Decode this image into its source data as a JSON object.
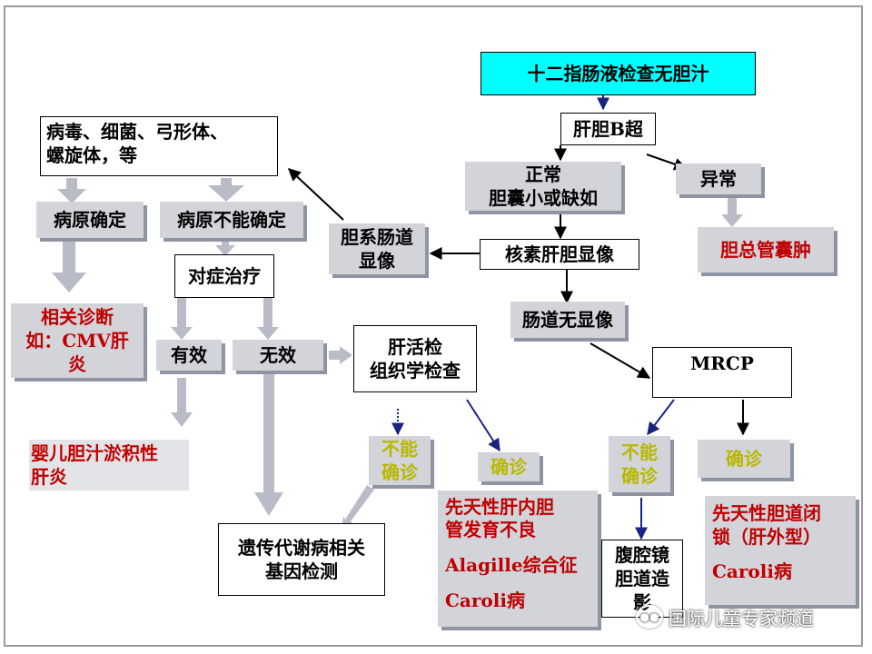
{
  "nodes": {
    "duodenal": "十二指肠液检查无胆汁",
    "b_ultrasound": "肝胆B超",
    "normal_line1": "正常",
    "normal_line2": "胆囊小或缺如",
    "abnormal": "异常",
    "choledochal_cyst": "胆总管囊肿",
    "nuclide": "核素肝胆显像",
    "biliary_intestinal_line1": "胆系肠道",
    "biliary_intestinal_line2": "显像",
    "pathogens_line1": "病毒、细菌、弓形体、",
    "pathogens_line2": "螺旋体，等",
    "pathogen_confirmed": "病原确定",
    "pathogen_unconfirmed": "病原不能确定",
    "related_dx_line1": "相关诊断",
    "related_dx_line2": "如：CMV肝",
    "related_dx_line3": "炎",
    "symptomatic": "对症治疗",
    "effective": "有效",
    "ineffective": "无效",
    "infant_hepatitis_line1": "婴儿胆汁淤积性",
    "infant_hepatitis_line2": "肝炎",
    "intestinal_not_shown": "肠道无显像",
    "liver_biopsy_line1": "肝活检",
    "liver_biopsy_line2": "组织学检查",
    "mrcp": "MRCP",
    "undetermined_1_line1": "不能",
    "undetermined_1_line2": "确诊",
    "confirmed_1": "确诊",
    "undetermined_2_line1": "不能",
    "undetermined_2_line2": "确诊",
    "confirmed_2": "确诊",
    "genetic_line1": "遗传代谢病相关",
    "genetic_line2": "基因检测",
    "intrahepatic_line1": "先天性肝内胆",
    "intrahepatic_line2": "管发育不良",
    "alagille": "Alagille综合征",
    "caroli_1": "Caroli病",
    "laparoscopic_line1": "腹腔镜",
    "laparoscopic_line2": "胆道造",
    "laparoscopic_line3": "影",
    "atresia_line1": "先天性胆道闭",
    "atresia_line2": "锁（肝外型）",
    "caroli_2": "Caroli病"
  },
  "watermark": {
    "text": "国际儿童专家频道",
    "icon": "wechat-icon"
  },
  "colors": {
    "cyan_box": "#00ffff",
    "gray_box": "#d2d4da",
    "gray_shadow": "#8f94a3",
    "red_text": "#c00000",
    "olive_text": "#b8b800",
    "navy_arrow": "#1a237e"
  }
}
